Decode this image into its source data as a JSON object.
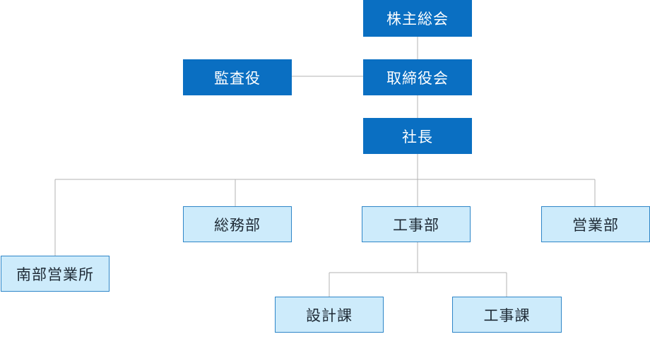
{
  "colors": {
    "primary_fill": "#0a6fc2",
    "secondary_fill": "#cdebfb",
    "secondary_border": "#2e86c8",
    "connector": "#b3b3b3"
  },
  "nodes": {
    "shareholders_meeting": "株主総会",
    "board_of_directors": "取締役会",
    "auditor": "監査役",
    "president": "社長",
    "general_affairs": "総務部",
    "construction_dept": "工事部",
    "sales_dept": "営業部",
    "south_sales_office": "南部営業所",
    "design_section": "設計課",
    "construction_section": "工事課"
  }
}
